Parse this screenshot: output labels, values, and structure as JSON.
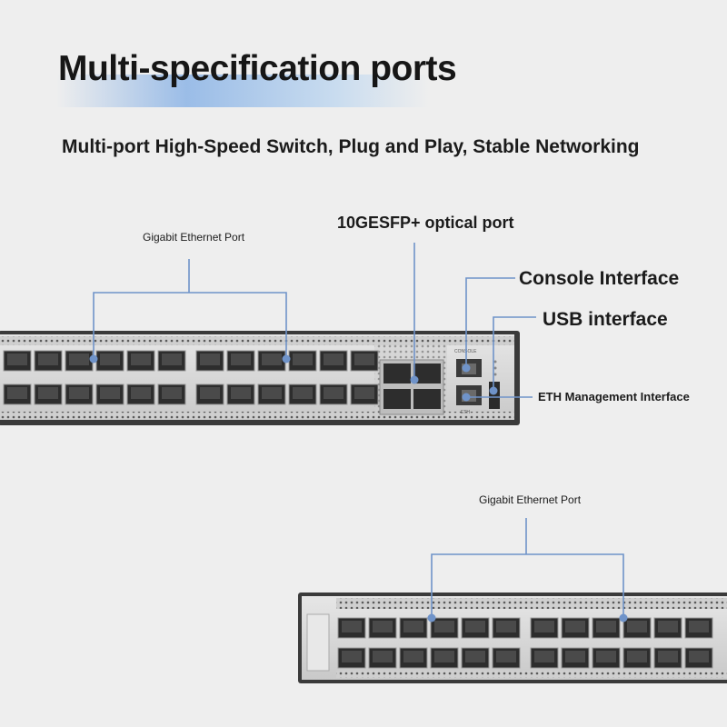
{
  "title": "Multi-specification ports",
  "subtitle": "Multi-port High-Speed Switch, Plug and Play, Stable Networking",
  "callouts": {
    "gigabit_top": "Gigabit Ethernet Port",
    "sfp": "10GESFP+ optical port",
    "console": "Console Interface",
    "usb": "USB interface",
    "eth": "ETH Management Interface",
    "gigabit_bottom": "Gigabit Ethernet Port"
  },
  "device_labels": {
    "console": "CONSOLE",
    "eth": "ETH"
  },
  "colors": {
    "callout_line": "#6f93c9",
    "panel": "#d8d8d8",
    "port_dark": "#2d2d2d"
  }
}
